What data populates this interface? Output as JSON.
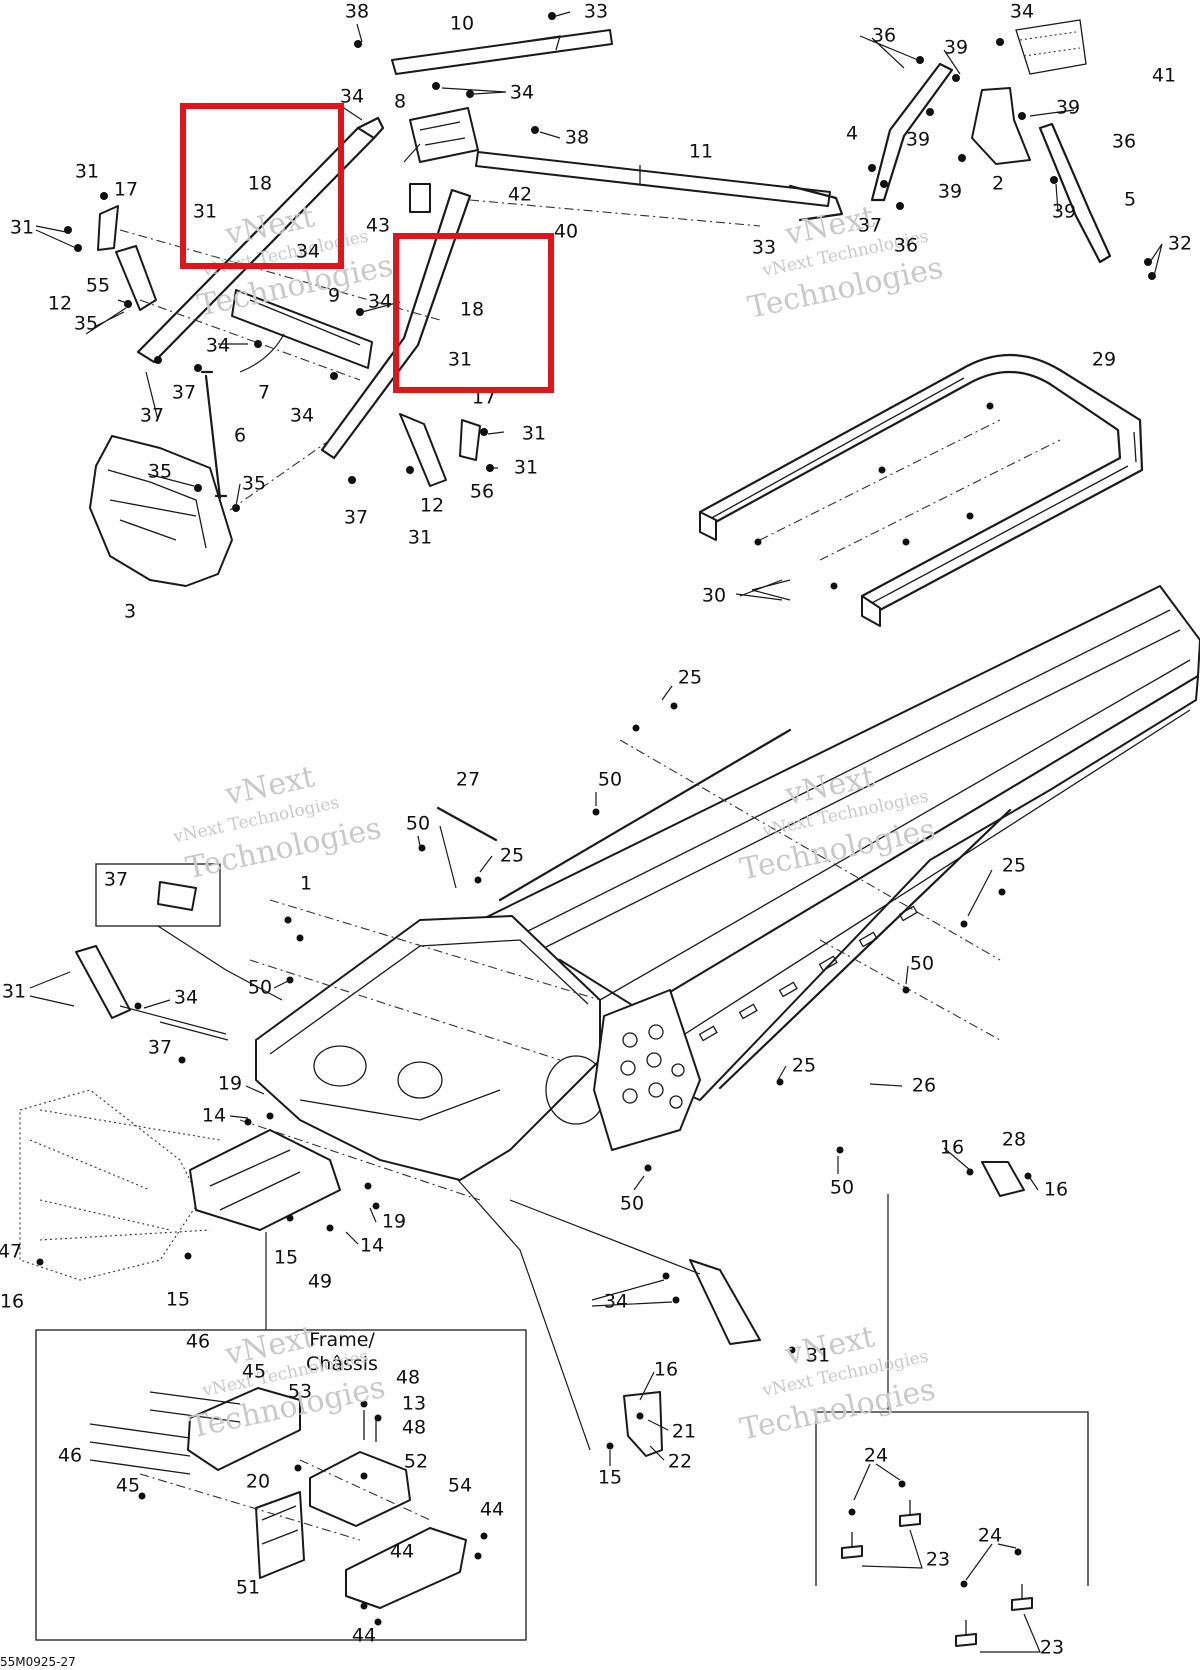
{
  "figure_code": "55M0925-27",
  "watermark": {
    "line1": "vNext",
    "line2": "vNext Technologies",
    "line3": "Technologies"
  },
  "inset": {
    "title_line1": "Frame/",
    "title_line2": "Châssis"
  },
  "callouts": {
    "c1": "1",
    "c2": "2",
    "c3": "3",
    "c4": "4",
    "c5": "5",
    "c6": "6",
    "c7": "7",
    "c8": "8",
    "c9": "9",
    "c10": "10",
    "c11": "11",
    "c12": "12",
    "c13": "13",
    "c14": "14",
    "c15": "15",
    "c16": "16",
    "c17": "17",
    "c18": "18",
    "c19": "19",
    "c20": "20",
    "c21": "21",
    "c22": "22",
    "c23": "23",
    "c24": "24",
    "c25": "25",
    "c26": "26",
    "c27": "27",
    "c28": "28",
    "c29": "29",
    "c30": "30",
    "c31": "31",
    "c32": "32",
    "c33": "33",
    "c34": "34",
    "c35": "35",
    "c36": "36",
    "c37": "37",
    "c38": "38",
    "c39": "39",
    "c40": "40",
    "c41": "41",
    "c42": "42",
    "c43": "43",
    "c44": "44",
    "c45": "45",
    "c46": "46",
    "c47": "47",
    "c48": "48",
    "c49": "49",
    "c50": "50",
    "c51": "51",
    "c52": "52",
    "c53": "53",
    "c54": "54",
    "c55": "55",
    "c56": "56"
  },
  "highlight_color": "#e0141b"
}
